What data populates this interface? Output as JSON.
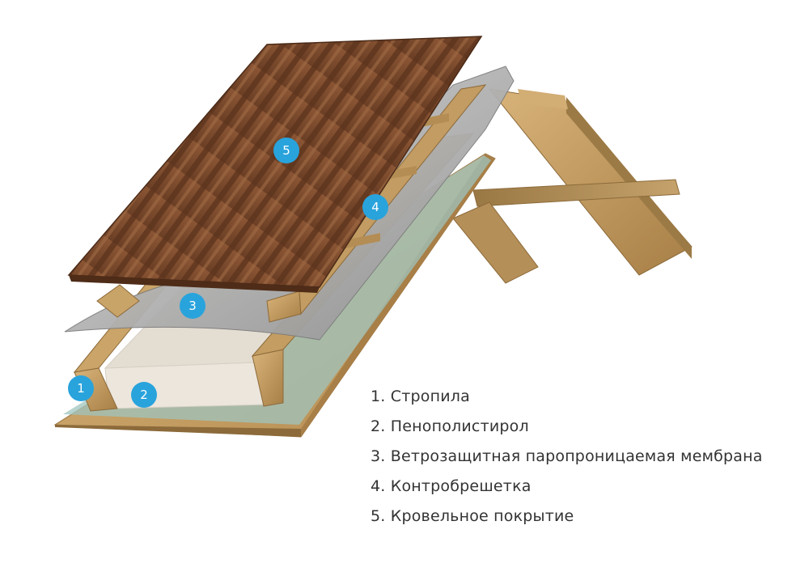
{
  "colors": {
    "badge": "#29a3dc",
    "roofing": "#7a4b2e",
    "wood": "#c49a5e",
    "membrane": "#a8a8a8",
    "foam": "#ece6dd",
    "osb": "#c9a56a",
    "vapor": "#8fb8b0"
  },
  "badges": [
    {
      "id": "1",
      "label": "1"
    },
    {
      "id": "2",
      "label": "2"
    },
    {
      "id": "3",
      "label": "3"
    },
    {
      "id": "4",
      "label": "4"
    },
    {
      "id": "5",
      "label": "5"
    }
  ],
  "legend": {
    "items": [
      {
        "label": "1. Стропила"
      },
      {
        "label": "2. Пенополистирол"
      },
      {
        "label": "3. Ветрозащитная паропроницаемая мембрана"
      },
      {
        "label": "4. Контробрешетка"
      },
      {
        "label": "5. Кровельное покрытие"
      }
    ]
  }
}
